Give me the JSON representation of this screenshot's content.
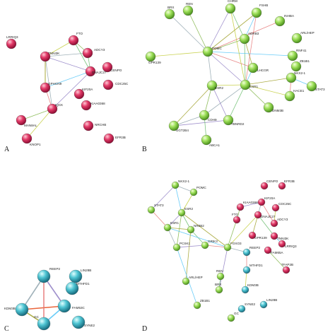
{
  "panels": [
    {
      "letter": "A",
      "color": "pink",
      "nodes": [
        {
          "label": "LRRIQ3"
        },
        {
          "label": "FTO"
        },
        {
          "label": "TNNI3K"
        },
        {
          "label": "ADCY3"
        },
        {
          "label": "CENPO"
        },
        {
          "label": "DNAJC27"
        },
        {
          "label": "GPHCN9"
        },
        {
          "label": "CDC25C"
        },
        {
          "label": "KIF20A"
        },
        {
          "label": "IQCK"
        },
        {
          "label": "KIAA0368"
        },
        {
          "label": "MAN8AL"
        },
        {
          "label": "NRCHB"
        },
        {
          "label": "KNOP1"
        },
        {
          "label": "EFR3B"
        }
      ]
    },
    {
      "letter": "B",
      "color": "green",
      "nodes": [
        {
          "label": "BRX"
        },
        {
          "label": "REN"
        },
        {
          "label": "CHRM"
        },
        {
          "label": "FSHB"
        },
        {
          "label": "INHBA"
        },
        {
          "label": "ARL/HEP"
        },
        {
          "label": "GPR139"
        },
        {
          "label": "POMC"
        },
        {
          "label": "ADRB3"
        },
        {
          "label": "LHCGR"
        },
        {
          "label": "RNF41"
        },
        {
          "label": "ZB1B1"
        },
        {
          "label": "NKX2-1"
        },
        {
          "label": "STAT3"
        },
        {
          "label": "ESR2"
        },
        {
          "label": "ESR1"
        },
        {
          "label": "HACE1"
        },
        {
          "label": "DNM3B"
        },
        {
          "label": "CDH9"
        },
        {
          "label": "TBNRD2"
        },
        {
          "label": "UGT2B4"
        },
        {
          "label": "ABCA1"
        }
      ]
    },
    {
      "letter": "C",
      "color": "cyan",
      "nodes": [
        {
          "label": "REEP2"
        },
        {
          "label": "LIN28B"
        },
        {
          "label": "MTHFD1"
        },
        {
          "label": "KDM3B"
        },
        {
          "label": "FAM53C"
        },
        {
          "label": "GC"
        },
        {
          "label": "SYNE2"
        }
      ]
    },
    {
      "letter": "D",
      "color": "mixed",
      "nodes": [
        {
          "label": "BRX"
        },
        {
          "label": "REN"
        },
        {
          "label": "CENPO"
        },
        {
          "label": "EFR3B"
        },
        {
          "label": "FAM65A"
        },
        {
          "label": "TFAP2B"
        },
        {
          "label": "KIAA0368"
        },
        {
          "label": "KIF20A"
        },
        {
          "label": "CDC25C"
        },
        {
          "label": "ADCY3"
        },
        {
          "label": "DNAJC27"
        },
        {
          "label": "FTO"
        },
        {
          "label": "TNNI3K"
        },
        {
          "label": "GPR139"
        },
        {
          "label": "LRRIQ3"
        },
        {
          "label": "ESR2"
        },
        {
          "label": "ESR1"
        },
        {
          "label": "FOXO3"
        },
        {
          "label": "PCSK1"
        },
        {
          "label": "NR0B2"
        },
        {
          "label": "STAT3"
        },
        {
          "label": "NKX2-1"
        },
        {
          "label": "POMC"
        },
        {
          "label": "GRIK3"
        },
        {
          "label": "REEP2"
        },
        {
          "label": "MTHFD1"
        },
        {
          "label": "KDM3B"
        },
        {
          "label": "LIN28B"
        },
        {
          "label": "SYNE2"
        },
        {
          "label": "GC"
        },
        {
          "label": "ARL/HEP"
        },
        {
          "label": "ZB1B1"
        }
      ]
    }
  ]
}
